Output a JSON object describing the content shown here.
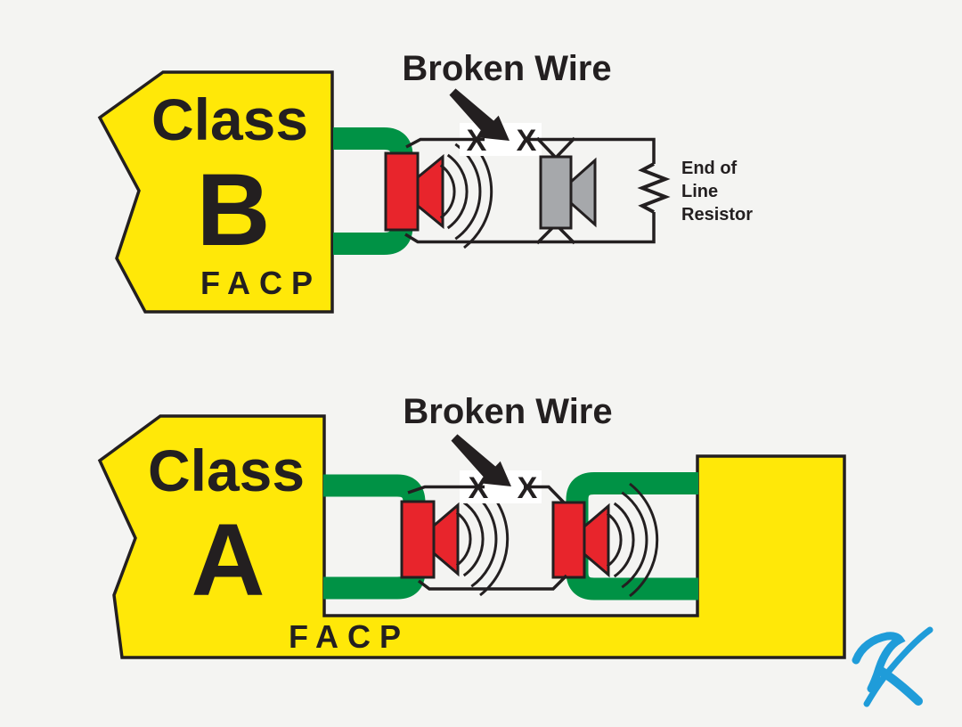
{
  "colors": {
    "background": "#F4F4F2",
    "panel_yellow": "#FFE808",
    "wire_green": "#009245",
    "horn_red": "#E8252C",
    "horn_gray": "#A6A8AB",
    "line_black": "#231F20",
    "signature_blue": "#1F9CD9",
    "mask_white": "#FFFFFF"
  },
  "top_diagram": {
    "title": "Class B",
    "class_word": "Class",
    "class_letter": "B",
    "panel_label": "FACP",
    "broken_wire_label": "Broken Wire",
    "break_mark": "X",
    "eol_label": {
      "line1": "End of",
      "line2": "Line",
      "line3": "Resistor"
    }
  },
  "bottom_diagram": {
    "title": "Class A",
    "class_word": "Class",
    "class_letter": "A",
    "panel_label": "FACP",
    "broken_wire_label": "Broken Wire",
    "break_mark": "X"
  },
  "signature": {
    "letter": "K"
  }
}
